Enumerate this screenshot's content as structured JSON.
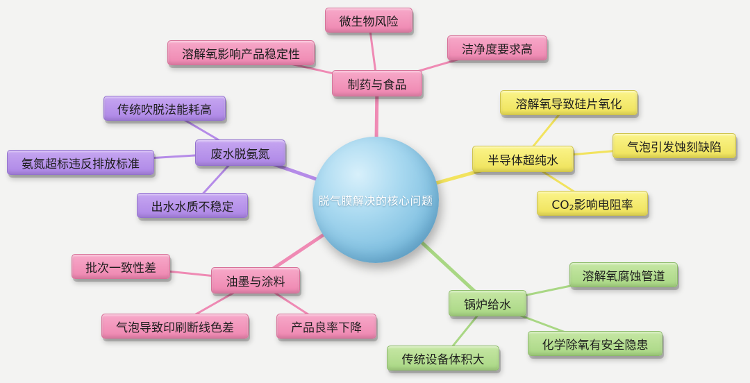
{
  "center": {
    "label": "脱气膜解决的核心问题"
  },
  "branches": {
    "pharma": {
      "label": "制药与食品",
      "color": "#ef8ab4",
      "children": [
        "微生物风险",
        "溶解氧影响产品稳定性",
        "洁净度要求高"
      ]
    },
    "semiconductor": {
      "label": "半导体超纯水",
      "color": "#f2e35e",
      "children": [
        "溶解氧导致硅片氧化",
        "气泡引发蚀刻缺陷",
        "CO₂影响电阻率"
      ]
    },
    "boiler": {
      "label": "锅炉给水",
      "color": "#a9d784",
      "children": [
        "溶解氧腐蚀管道",
        "化学除氧有安全隐患",
        "传统设备体积大"
      ]
    },
    "ink": {
      "label": "油墨与涂料",
      "color": "#ef8ab4",
      "children": [
        "批次一致性差",
        "气泡导致印刷断线色差",
        "产品良率下降"
      ]
    },
    "wastewater": {
      "label": "废水脱氨氮",
      "color": "#b58be8",
      "children": [
        "传统吹脱法能耗高",
        "氨氮超标违反排放标准",
        "出水水质不稳定"
      ]
    }
  }
}
